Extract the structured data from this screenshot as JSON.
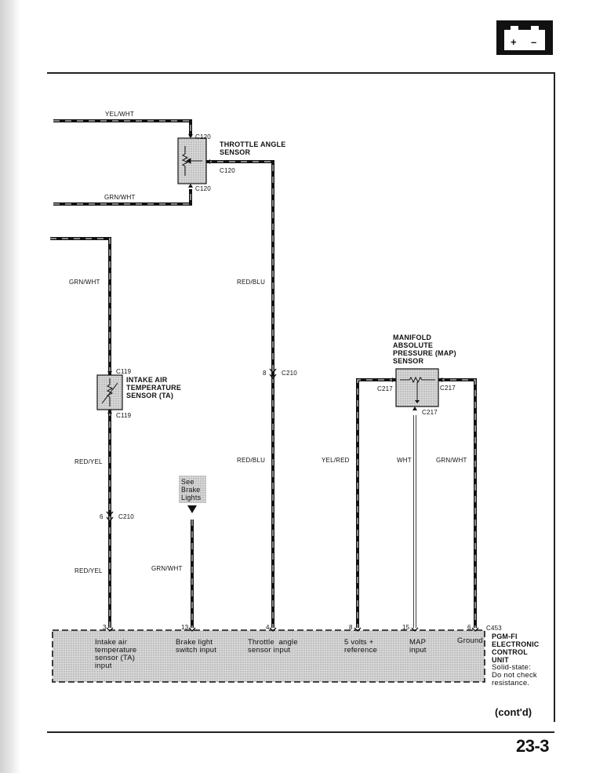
{
  "battery_symbol": {
    "plus": "+",
    "minus": "–"
  },
  "wires": {
    "yel_wht": "YEL/WHT",
    "grn_wht_top": "GRN/WHT",
    "grn_wht_left": "GRN/WHT",
    "red_blu_upper": "RED/BLU",
    "red_blu_lower": "RED/BLU",
    "red_yel_upper": "RED/YEL",
    "red_yel_lower": "RED/YEL",
    "grn_wht_brake": "GRN/WHT",
    "yel_red": "YEL/RED",
    "wht": "WHT",
    "grn_wht_right": "GRN/WHT"
  },
  "connectors": {
    "c120_top": "C120",
    "c120_right": "C120",
    "c120_bottom": "C120",
    "c119_top": "C119",
    "c119_bottom": "C119",
    "c210_pin8": "8",
    "c210_label8": "C210",
    "c210_pin6": "6",
    "c210_label6": "C210",
    "c217_left": "C217",
    "c217_right": "C217",
    "c217_bottom": "C217",
    "c453": "C453"
  },
  "components": {
    "tps": "THROTTLE ANGLE\nSENSOR",
    "iat": "INTAKE AIR\nTEMPERATURE\nSENSOR (TA)",
    "map": "MANIFOLD\nABSOLUTE\nPRESSURE (MAP)\nSENSOR",
    "see_brake": "See\nBrake\nLights"
  },
  "ecu": {
    "pins": [
      "3",
      "13",
      "4",
      "8",
      "15",
      "6"
    ],
    "inputs": {
      "iat": "Intake air\ntemperature\nsensor (TA)\ninput",
      "brake": "Brake light\nswitch input",
      "throttle": "Throttle  angle\nsensor input",
      "ref": "5 volts +\nreference",
      "map": "MAP\ninput",
      "ground": "Ground"
    },
    "name": "PGM-FI\nELECTRONIC\nCONTROL\nUNIT",
    "note": "Solid-state:\nDo not check\nresistance."
  },
  "footer": {
    "cont": "(cont'd)",
    "page": "23-3"
  }
}
